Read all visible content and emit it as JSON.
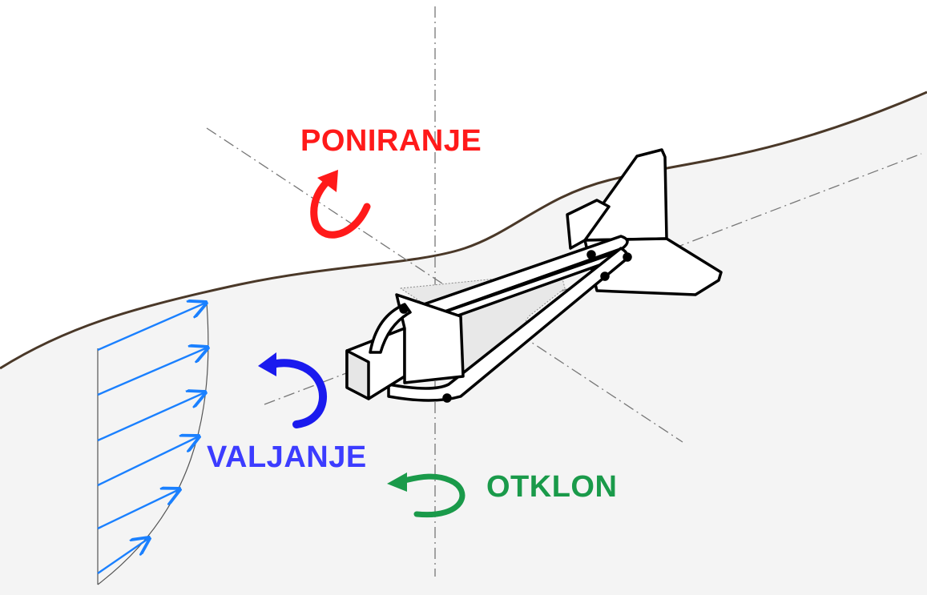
{
  "labels": {
    "pitch": "PONIRANJE",
    "roll": "VALJANJE",
    "yaw": "OTKLON"
  },
  "colors": {
    "pitch": "#ff1a1a",
    "roll": "#3c3cff",
    "yaw": "#1a9a4a",
    "flow": "#1a80ff",
    "surface": "#4a3828",
    "water": "#f4f4f4"
  }
}
